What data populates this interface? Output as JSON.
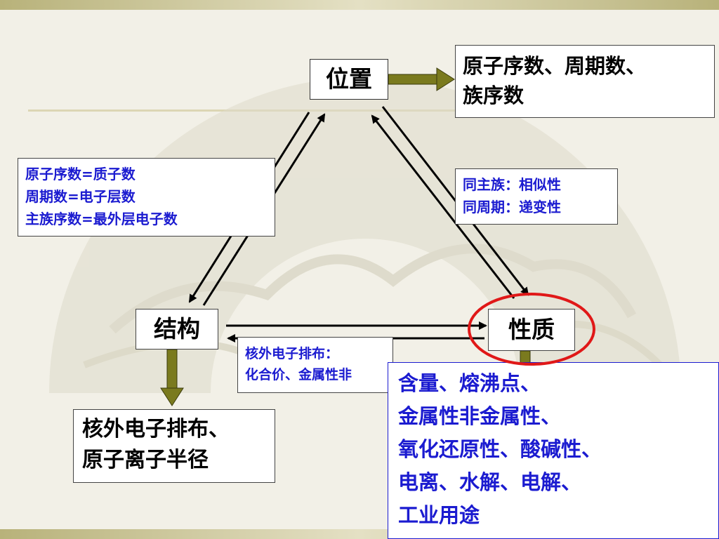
{
  "nodes": {
    "position": "位置",
    "structure": "结构",
    "property": "性质"
  },
  "position_output": {
    "line1": "原子序数、周期数、",
    "line2": "族序数"
  },
  "structure_position_relation": {
    "line1": "原子序数=质子数",
    "line2": "周期数=电子层数",
    "line3": "主族序数=最外层电子数"
  },
  "position_property_relation": {
    "line1": "同主族：相似性",
    "line2": "同周期：递变性"
  },
  "structure_property_relation": {
    "line1": "核外电子排布：",
    "line2": "化合价、金属性非"
  },
  "structure_output": {
    "line1": "核外电子排布、",
    "line2": "原子离子半径"
  },
  "property_output": {
    "line1": "含量、熔沸点、",
    "line2": "金属性非金属性、",
    "line3": "氧化还原性、酸碱性、",
    "line4": "电离、水解、电解、",
    "line5": "工业用途"
  },
  "colors": {
    "blue_text": "#1b1bd0",
    "olive_arrow": "#7a7a1e",
    "highlight_circle": "#e01818"
  }
}
